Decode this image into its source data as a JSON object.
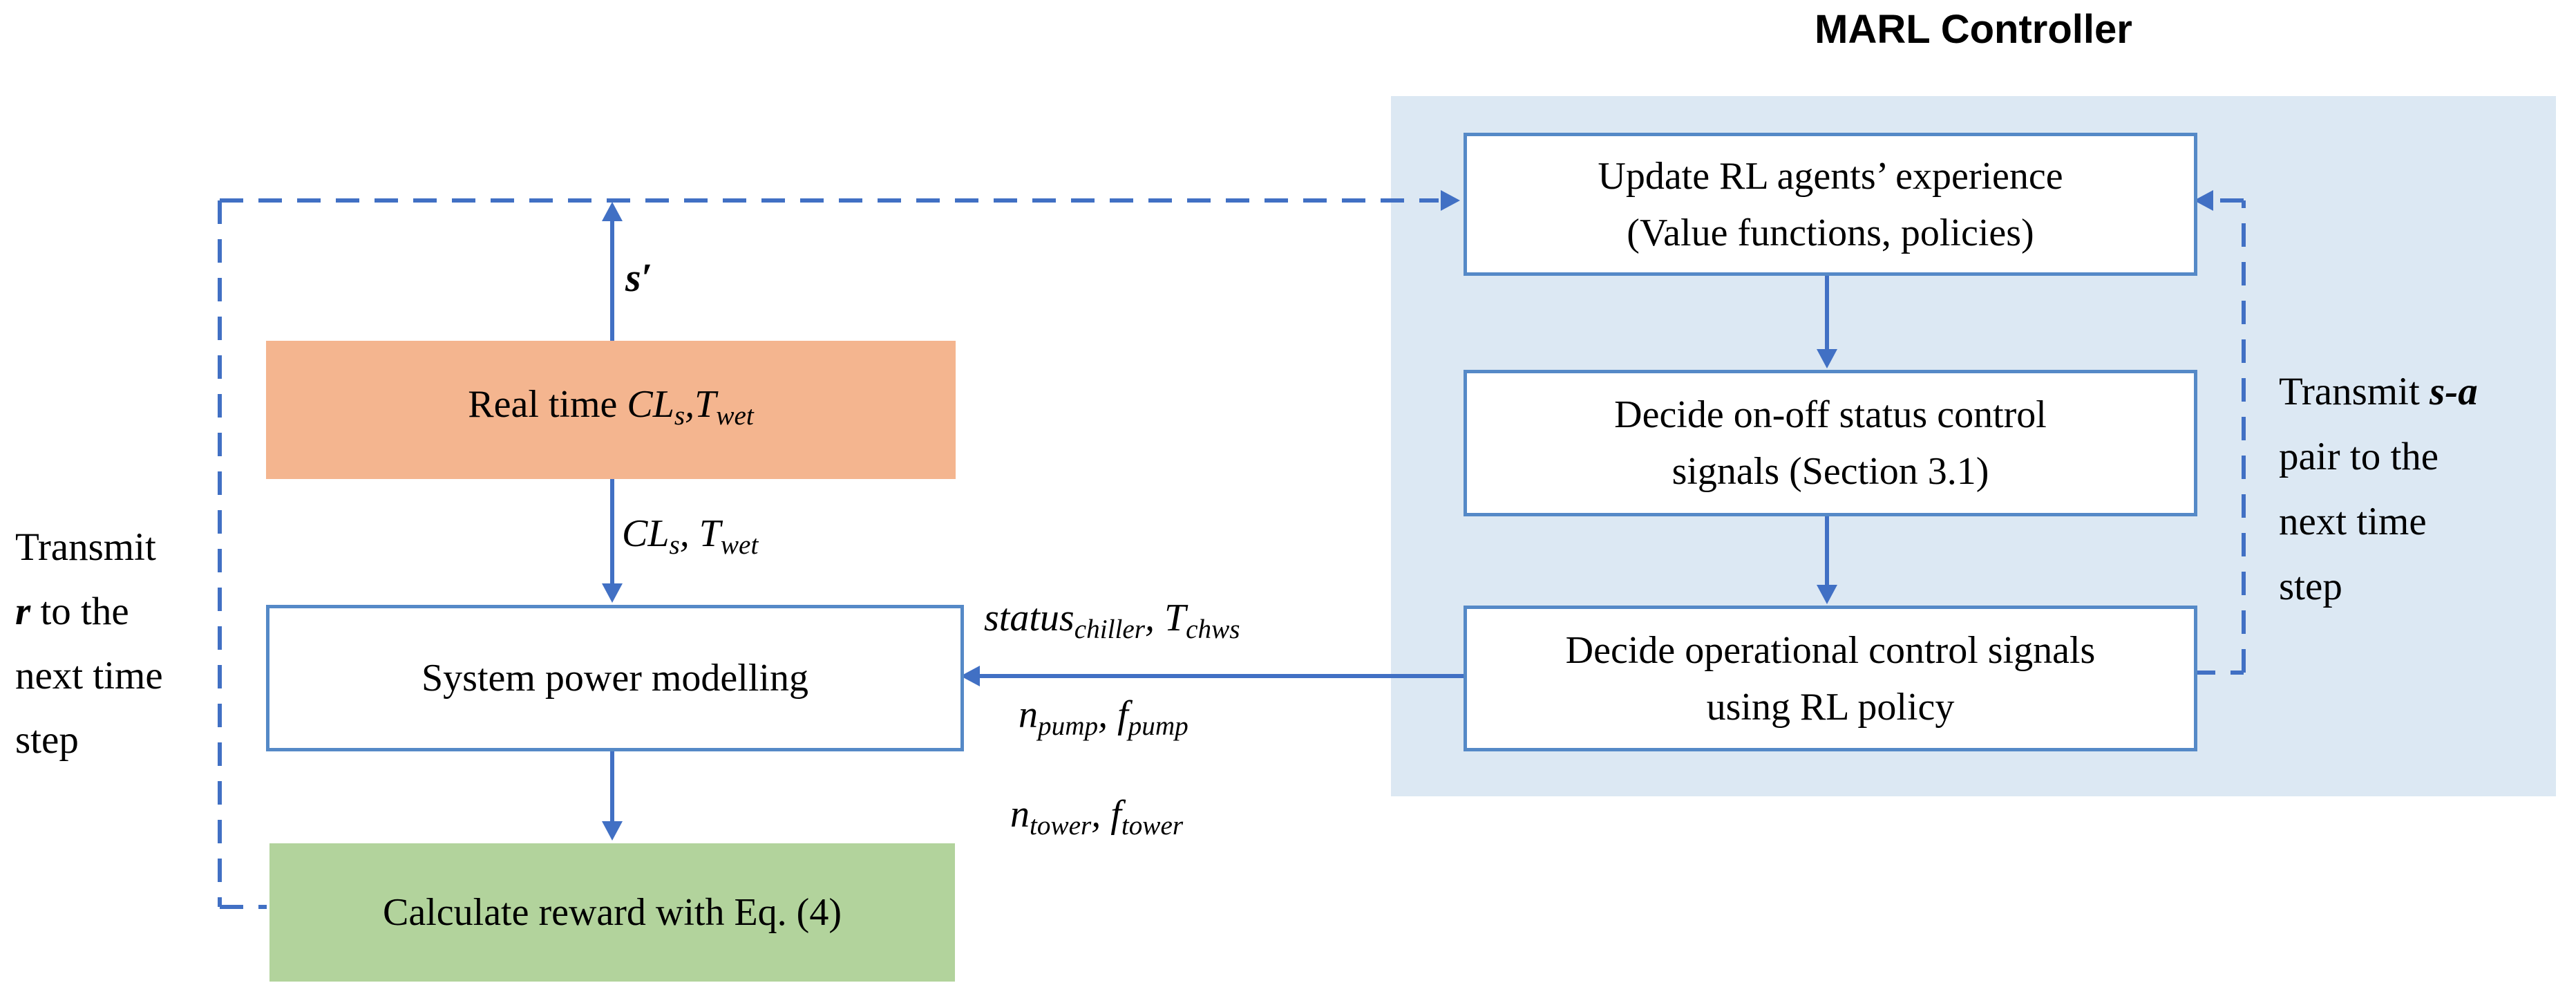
{
  "title": "MARL Controller",
  "colors": {
    "panel": "#dce8f3",
    "border": "#5589c7",
    "arrow": "#4170c4",
    "orange": "#f4b58f",
    "green": "#b2d39c",
    "ink": "#000000",
    "bg": "#ffffff"
  },
  "marl": {
    "update_box": {
      "lines": [
        "Update RL agents’ experience",
        "(Value functions, policies)"
      ]
    },
    "onoff_box": {
      "lines": [
        "Decide on-off status control",
        "signals (Section 3.1)"
      ]
    },
    "operational_box": {
      "lines": [
        "Decide operational control signals",
        "using RL policy"
      ]
    }
  },
  "left": {
    "system_box": "System power modelling",
    "reward_box": "Calculate reward with Eq. (4)"
  },
  "labels": {
    "realtime_box": [
      {
        "t": "Real time ",
        "c": "r"
      },
      {
        "t": "CL",
        "c": "i"
      },
      {
        "t": "s",
        "c": "isub"
      },
      {
        "t": ",",
        "c": "i"
      },
      {
        "t": "T",
        "c": "i"
      },
      {
        "t": "wet",
        "c": "isub"
      }
    ],
    "s_prime": [
      {
        "t": "s",
        "c": "bi"
      },
      {
        "t": "′",
        "c": "bi"
      }
    ],
    "cl_twet": [
      {
        "t": "CL",
        "c": "i"
      },
      {
        "t": "s",
        "c": "isub"
      },
      {
        "t": ", ",
        "c": "i"
      },
      {
        "t": "T",
        "c": "i"
      },
      {
        "t": "wet",
        "c": "isub"
      }
    ],
    "status_chiller": [
      {
        "t": "status",
        "c": "i"
      },
      {
        "t": "chiller",
        "c": "isub"
      },
      {
        "t": ", ",
        "c": "i"
      },
      {
        "t": "T",
        "c": "i"
      },
      {
        "t": "chws",
        "c": "isub"
      }
    ],
    "n_pump": [
      {
        "t": "n",
        "c": "i"
      },
      {
        "t": "pump",
        "c": "isub"
      },
      {
        "t": ", ",
        "c": "i"
      },
      {
        "t": "f",
        "c": "i"
      },
      {
        "t": "pump",
        "c": "isub"
      }
    ],
    "n_tower": [
      {
        "t": "n",
        "c": "i"
      },
      {
        "t": "tower",
        "c": "isub"
      },
      {
        "t": ", ",
        "c": "i"
      },
      {
        "t": "f",
        "c": "i"
      },
      {
        "t": "tower",
        "c": "isub"
      }
    ],
    "transmit_r_line1": [
      {
        "t": "Transmit",
        "c": "r"
      }
    ],
    "transmit_r_line2": [
      {
        "t": "r",
        "c": "bi"
      },
      {
        "t": "  to the",
        "c": "r"
      }
    ],
    "transmit_r_line3": [
      {
        "t": "next time",
        "c": "r"
      }
    ],
    "transmit_r_line4": [
      {
        "t": "step",
        "c": "r"
      }
    ],
    "transmit_sa_line1": [
      {
        "t": "Transmit ",
        "c": "r"
      },
      {
        "t": "s-a",
        "c": "bi"
      }
    ],
    "transmit_sa_line2": [
      {
        "t": "pair to the",
        "c": "r"
      }
    ],
    "transmit_sa_line3": [
      {
        "t": "next time",
        "c": "r"
      }
    ],
    "transmit_sa_line4": [
      {
        "t": "step",
        "c": "r"
      }
    ]
  }
}
